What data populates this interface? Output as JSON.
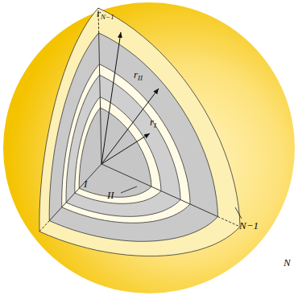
{
  "diagram": {
    "labels": [
      "rN−1",
      "rII",
      "rI",
      "I",
      "II",
      "N−1",
      "N"
    ]
  }
}
